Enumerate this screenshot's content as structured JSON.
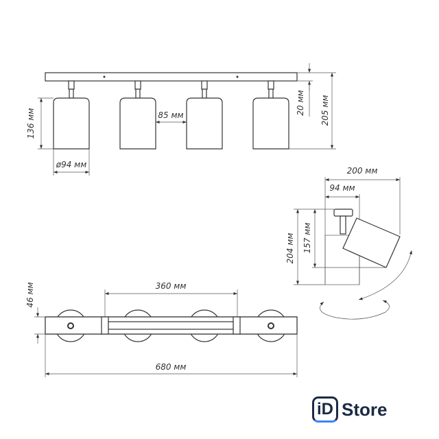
{
  "dimensions": {
    "front": {
      "height_shade": "136 мм",
      "diameter": "ø94 мм",
      "gap": "85 мм",
      "base_height": "20 мм",
      "total_height": "205 мм"
    },
    "side": {
      "width_tilted": "200 мм",
      "width_shade": "94 мм",
      "height_157": "157 мм",
      "height_204": "204 мм"
    },
    "bottom": {
      "width": "46 мм",
      "spacing": "360 мм",
      "length": "680 мм"
    }
  },
  "logo": {
    "prefix": "iD",
    "name": "Store"
  }
}
